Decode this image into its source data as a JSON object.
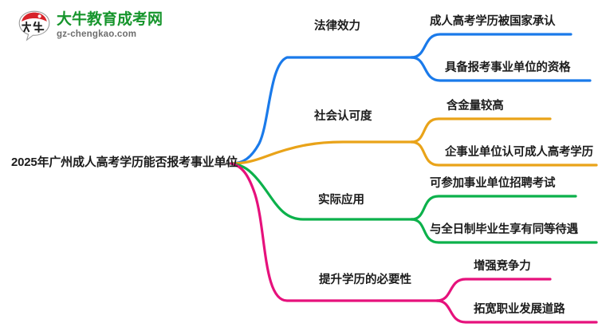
{
  "logo": {
    "mark_text": "大牛",
    "name_cn": "大牛教育成考网",
    "domain": "gz-chengkao.com",
    "mark_color": "#d8232a",
    "name_color": "#16952c",
    "domain_color": "#6e6e6e"
  },
  "mindmap": {
    "root": {
      "label": "2025年广州成人高考学历能否报考事业单位"
    },
    "branches": [
      {
        "label": "法律效力",
        "color": "#1a7aea",
        "children": [
          {
            "label": "成人高考学历被国家承认"
          },
          {
            "label": "具备报考事业单位的资格"
          }
        ]
      },
      {
        "label": "社会认可度",
        "color": "#e9a319",
        "children": [
          {
            "label": "含金量较高"
          },
          {
            "label": "企事业单位认可成人高考学历"
          }
        ]
      },
      {
        "label": "实际应用",
        "color": "#0cb14b",
        "children": [
          {
            "label": "可参加事业单位招聘考试"
          },
          {
            "label": "与全日制毕业生享有同等待遇"
          }
        ]
      },
      {
        "label": "提升学历的必要性",
        "color": "#e6117c",
        "children": [
          {
            "label": "增强竞争力"
          },
          {
            "label": "拓宽职业发展道路"
          }
        ]
      }
    ]
  }
}
